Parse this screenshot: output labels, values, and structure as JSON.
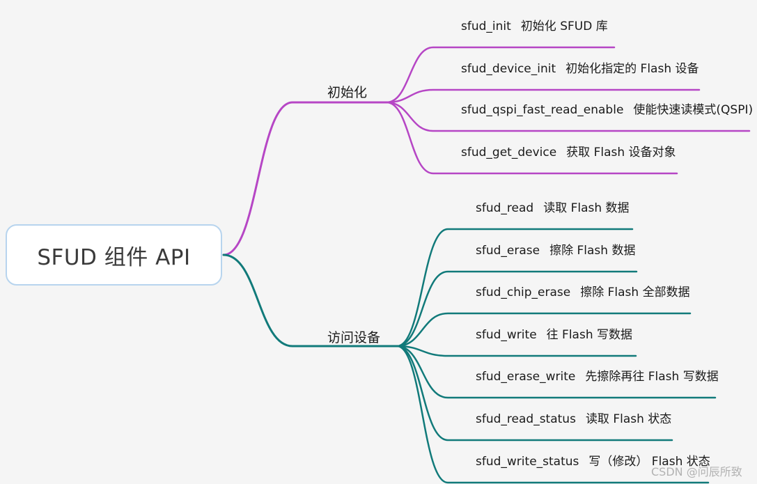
{
  "root": {
    "title": "SFUD 组件 API"
  },
  "branches": [
    {
      "label": "初始化",
      "color": "#b646c5",
      "items": [
        {
          "fn": "sfud_init",
          "desc": "初始化 SFUD 库"
        },
        {
          "fn": "sfud_device_init",
          "desc": "初始化指定的 Flash 设备"
        },
        {
          "fn": "sfud_qspi_fast_read_enable",
          "desc": "使能快速读模式(QSPI)"
        },
        {
          "fn": "sfud_get_device",
          "desc": "获取 Flash 设备对象"
        }
      ]
    },
    {
      "label": "访问设备",
      "color": "#117a7a",
      "items": [
        {
          "fn": "sfud_read",
          "desc": "读取 Flash 数据"
        },
        {
          "fn": "sfud_erase",
          "desc": "擦除 Flash 数据"
        },
        {
          "fn": "sfud_chip_erase",
          "desc": "擦除 Flash 全部数据"
        },
        {
          "fn": "sfud_write",
          "desc": "往 Flash 写数据"
        },
        {
          "fn": "sfud_erase_write",
          "desc": "先擦除再往 Flash 写数据"
        },
        {
          "fn": "sfud_read_status",
          "desc": "读取 Flash 状态"
        },
        {
          "fn": "sfud_write_status",
          "desc": "写（修改） Flash 状态"
        }
      ]
    }
  ],
  "watermark": "CSDN @问辰所致"
}
